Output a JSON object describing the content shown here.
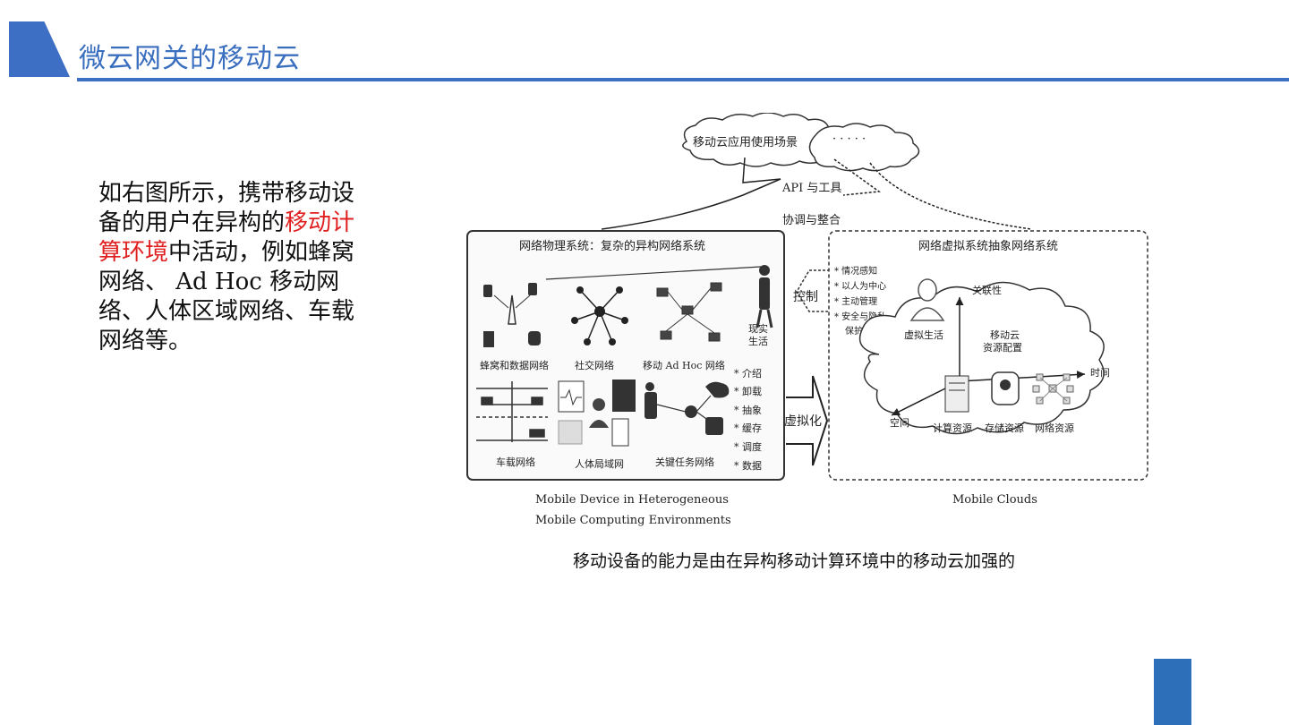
{
  "slide": {
    "title": "微云网关的移动云",
    "body": {
      "segments": [
        {
          "text": "如右图所示，携带移动设备的用户在异构的",
          "highlight": false
        },
        {
          "text": "移动计算环境",
          "highlight": true
        },
        {
          "text": "中活动，例如蜂窝网络、 Ad Hoc 移动网络、人体区域网络、车载网络等。",
          "highlight": false
        }
      ],
      "highlight_color": "#e02020"
    },
    "caption": "移动设备的能力是由在异构移动计算环境中的移动云加强的",
    "accent_color": "#3d6fc4"
  },
  "figure": {
    "top_cloud_label": "移动云应用使用场景",
    "top_cloud_dots": "· · · · ·",
    "api_label": "API 与工具",
    "coordinate_label": "协调与整合",
    "left_box_title": "网络物理系统：复杂的异构网络系统",
    "right_box_title": "网络虚拟系统抽象网络系统",
    "control_label": "控制",
    "virtualize_label": "虚拟化",
    "reality_label_1": "现实",
    "reality_label_2": "生活",
    "networks": [
      "蜂窝和数据网络",
      "社交网络",
      "移动 Ad Hoc 网络",
      "车载网络",
      "人体局域网",
      "关键任务网络"
    ],
    "services": [
      "* 介绍",
      "* 卸载",
      "* 抽象",
      "* 缓存",
      "* 调度",
      "* 数据"
    ],
    "features": [
      "* 情况感知",
      "* 以人为中心",
      "* 主动管理",
      "* 安全与隐私",
      "保护"
    ],
    "virtual_life": "虚拟生活",
    "relevance_axis": "关联性",
    "time_axis": "时间",
    "space_axis": "空间",
    "resource_center_1": "移动云",
    "resource_center_2": "资源配置",
    "resources": [
      "计算资源",
      "存储资源",
      "网络资源"
    ],
    "left_caption_1": "Mobile Device in Heterogeneous",
    "left_caption_2": "Mobile Computing Environments",
    "right_caption": "Mobile Clouds"
  }
}
